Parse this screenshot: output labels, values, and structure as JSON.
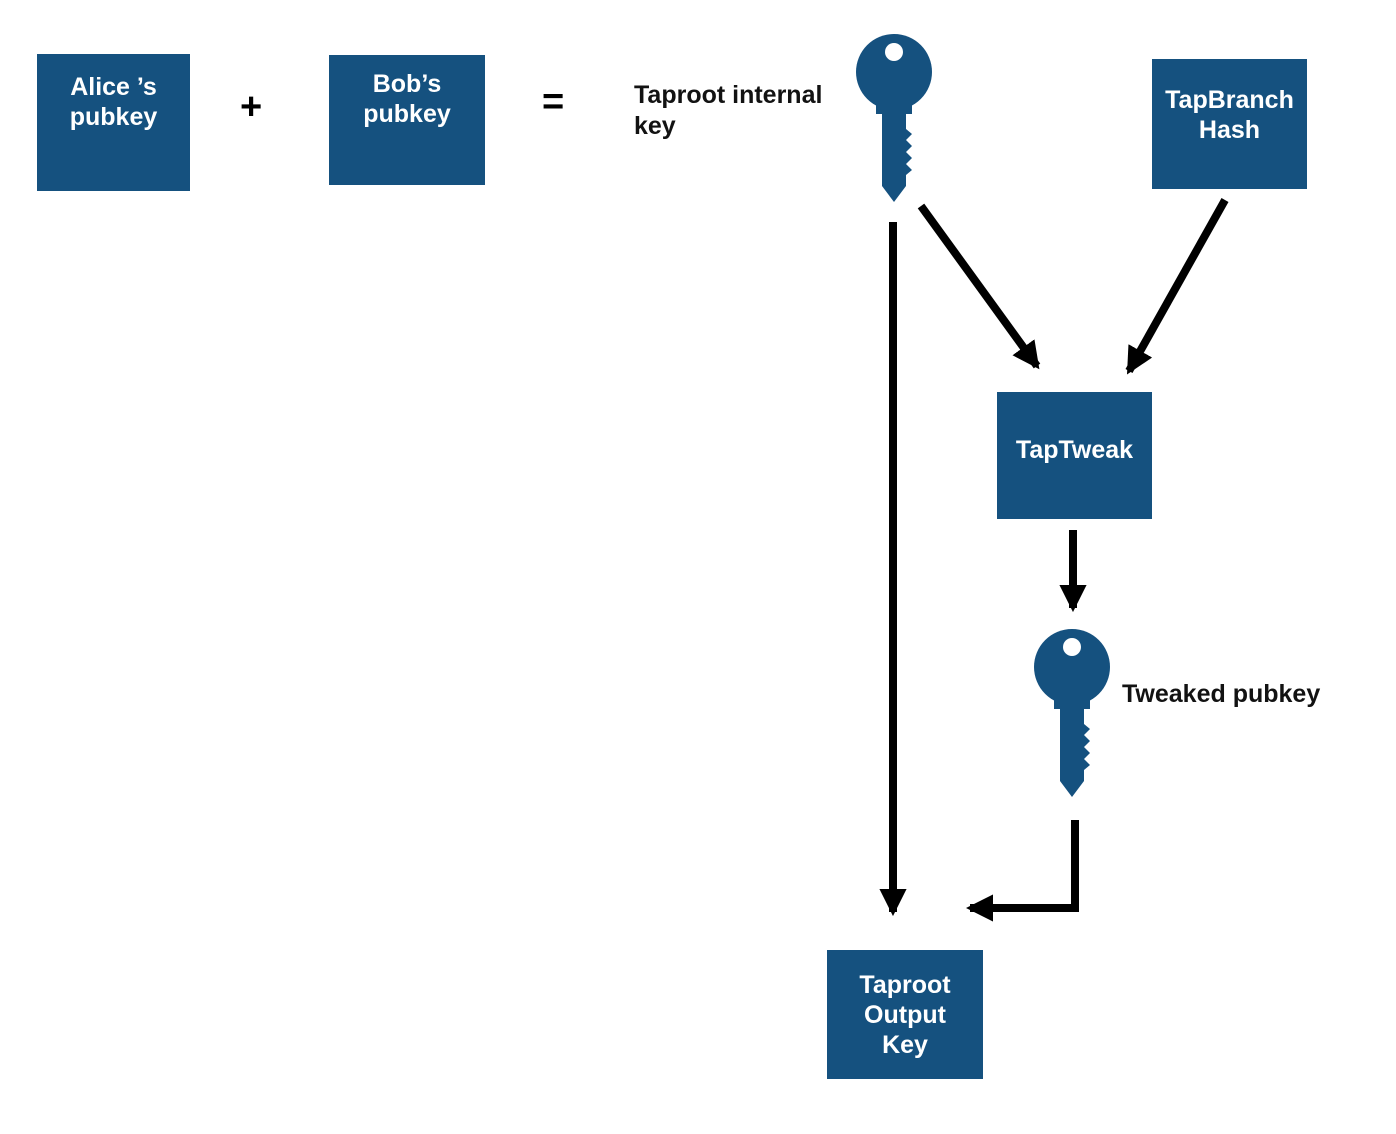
{
  "colors": {
    "node_fill": "#15517f",
    "node_text": "#ffffff",
    "arrow": "#000000",
    "label_text": "#121212",
    "key_fill": "#15517f",
    "key_hole": "#ffffff"
  },
  "nodes": {
    "alice_pubkey": {
      "label": "Alice ’s\npubkey"
    },
    "bob_pubkey": {
      "label": "Bob’s\npubkey"
    },
    "tapbranch_hash": {
      "label": "TapBranch\nHash"
    },
    "taptweak": {
      "label": "TapTweak"
    },
    "taproot_output_key": {
      "label": "Taproot\nOutput\nKey"
    }
  },
  "operators": {
    "plus": "+",
    "equals": "="
  },
  "labels": {
    "taproot_internal_key": "Taproot internal\nkey",
    "tweaked_pubkey": "Tweaked pubkey"
  },
  "icons": {
    "taproot_internal_key": "key-icon",
    "tweaked_pubkey": "key-icon"
  }
}
